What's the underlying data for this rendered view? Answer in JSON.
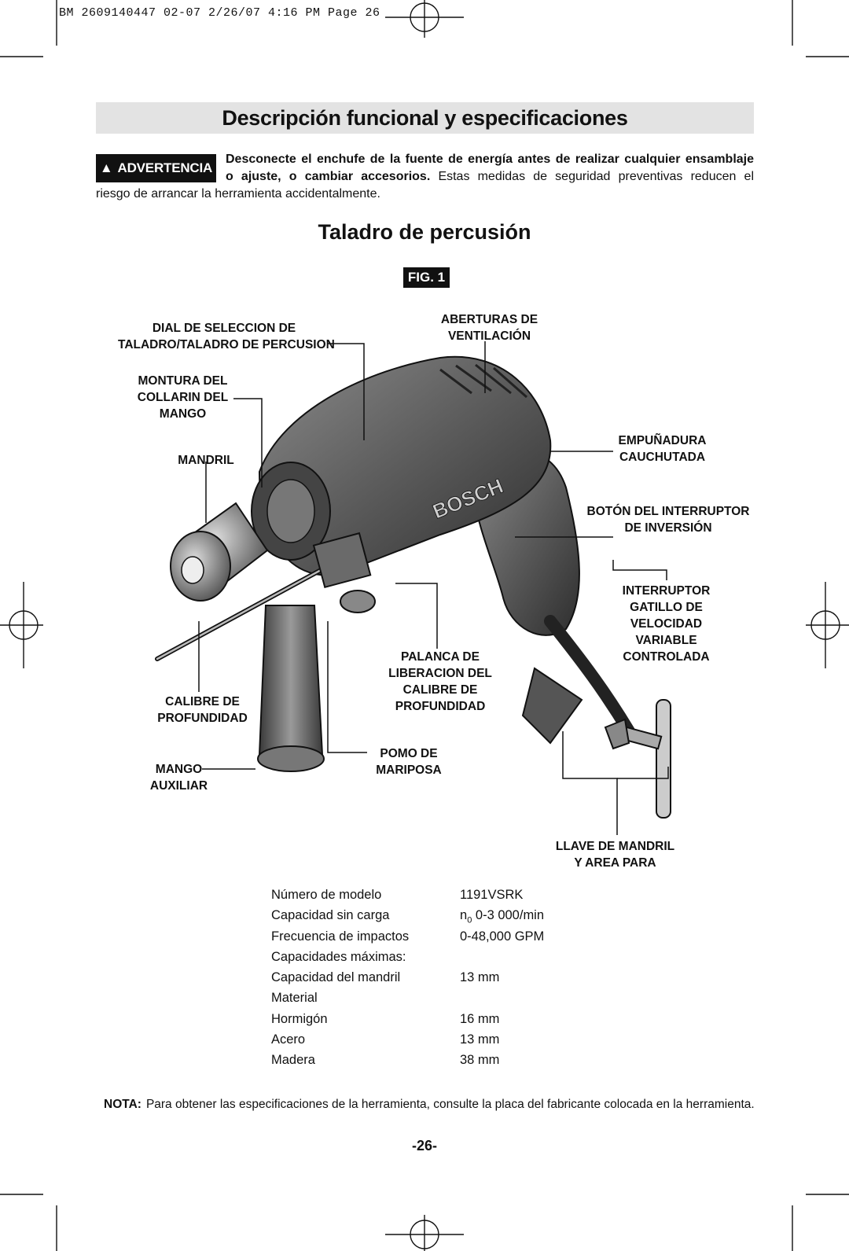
{
  "header": {
    "slug": "BM 2609140447 02-07  2/26/07  4:16 PM  Page 26"
  },
  "section_title": "Descripción funcional y especificaciones",
  "warning": {
    "badge": "ADVERTENCIA",
    "line1": "Desconecte el enchufe de la fuente de energía antes de realizar cualquier ensamblaje",
    "line2_bold": "o ajuste, o cambiar accesorios.",
    "line2_rest": "Estas medidas de seguridad preventivas reducen el",
    "line3": "riesgo de arrancar la herramienta accidentalmente."
  },
  "product_title": "Taladro de percusión",
  "figure": {
    "badge": "FIG. 1",
    "brand": "BOSCH",
    "labels": {
      "dial": [
        "DIAL DE SELECCION DE",
        "TALADRO/TALADRO DE PERCUSION"
      ],
      "vents": [
        "ABERTURAS DE",
        "VENTILACIÓN"
      ],
      "collar": [
        "MONTURA DEL",
        "COLLARIN DEL",
        "MANGO"
      ],
      "chuck": [
        "MANDRIL"
      ],
      "grip": [
        "EMPUÑADURA",
        "CAUCHUTADA"
      ],
      "reverse": [
        "BOTÓN DEL INTERRUPTOR",
        "DE INVERSIÓN"
      ],
      "trigger": [
        "INTERRUPTOR",
        "GATILLO DE",
        "VELOCIDAD",
        "VARIABLE",
        "CONTROLADA"
      ],
      "lever": [
        "PALANCA DE",
        "LIBERACION DEL",
        "CALIBRE DE",
        "PROFUNDIDAD"
      ],
      "gauge": [
        "CALIBRE DE",
        "PROFUNDIDAD"
      ],
      "knob": [
        "POMO DE",
        "MARIPOSA"
      ],
      "aux": [
        "MANGO",
        "AUXILIAR"
      ],
      "key": [
        "LLAVE DE MANDRIL",
        "Y AREA PARA"
      ]
    }
  },
  "specs": [
    {
      "label": "Número de modelo",
      "value": "1191VSRK"
    },
    {
      "label": "Capacidad sin carga",
      "value_prefix": "n",
      "value_sub": "0",
      "value": " 0-3 000/min"
    },
    {
      "label": "Frecuencia de impactos",
      "value": "0-48,000 GPM"
    },
    {
      "label": "Capacidades máximas:",
      "value": ""
    },
    {
      "label": "Capacidad del mandril",
      "value": "13 mm"
    },
    {
      "label": "Material",
      "value": ""
    },
    {
      "label": "Hormigón",
      "value": "16 mm"
    },
    {
      "label": "Acero",
      "value": "13 mm"
    },
    {
      "label": "Madera",
      "value": "38 mm"
    }
  ],
  "note": {
    "label": "NOTA:",
    "text": "Para obtener las especificaciones de la herramienta, consulte la placa del fabricante colocada en la herramienta."
  },
  "page_number": "-26-"
}
